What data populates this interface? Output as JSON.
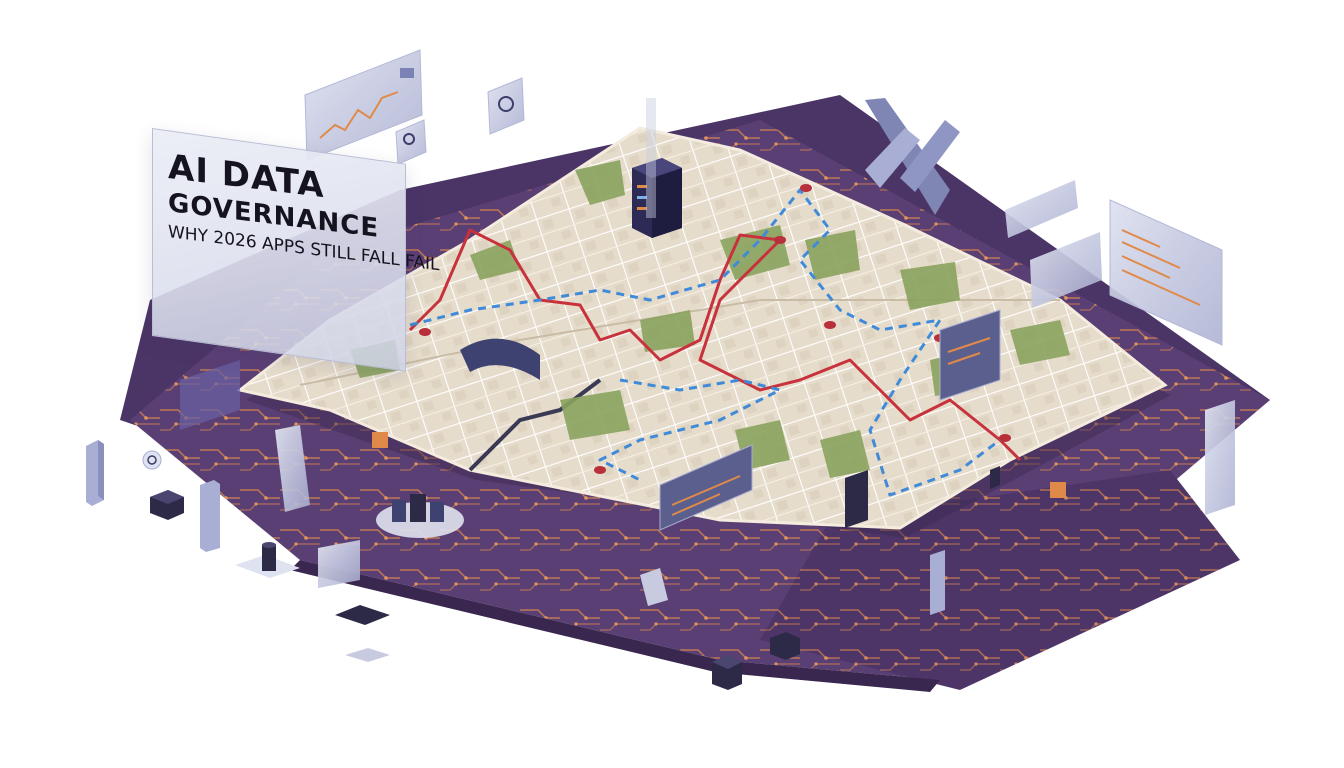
{
  "title_card": {
    "line1": "AI DATA",
    "line2": "GOVERNANCE",
    "line3": "WHY 2026 APPS STILL FALL FAIL"
  },
  "colors": {
    "board": "#5a3f74",
    "board_dark": "#3f2b57",
    "trace": "#e08a4a",
    "map_paper": "#e9dfd0",
    "map_park": "#8aa35e",
    "map_street": "#ffffff",
    "route_red": "#c8323c",
    "route_blue": "#3f8ad9",
    "panel_glass": "#c8cbe0",
    "cube_dark": "#2d2a48"
  },
  "icons": [
    "chart-icon",
    "search-icon",
    "clock-icon",
    "pin-icon",
    "x-block-icon",
    "server-tower-icon"
  ]
}
